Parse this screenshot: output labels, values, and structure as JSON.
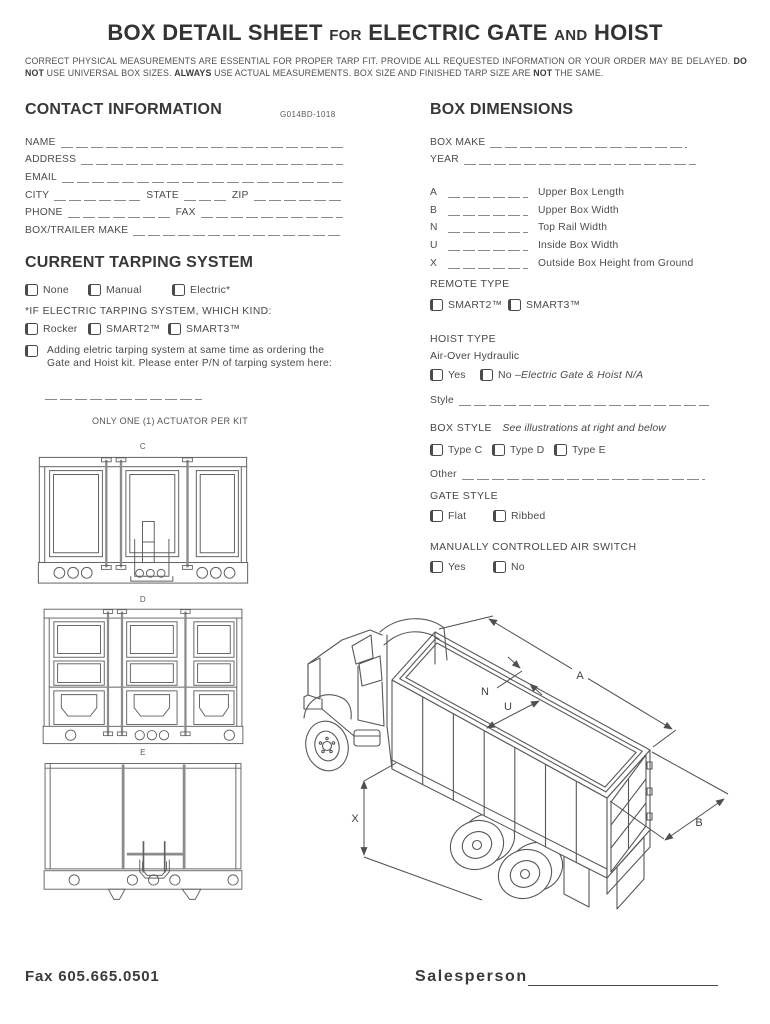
{
  "title": {
    "part1": "BOX DETAIL SHEET",
    "small1": "FOR",
    "part2": "ELECTRIC GATE",
    "small2": "AND",
    "part3": "HOIST"
  },
  "intro": {
    "s1": "CORRECT PHYSICAL MEASUREMENTS ARE ESSENTIAL FOR PROPER TARP FIT. PROVIDE ALL REQUESTED INFORMATION OR YOUR ORDER MAY BE DELAYED. ",
    "b1": "DO NOT",
    "s2": " USE UNIVERSAL BOX SIZES. ",
    "b2": "ALWAYS",
    "s3": " USE ACTUAL MEASUREMENTS. BOX SIZE AND FINISHED TARP SIZE ARE ",
    "b3": "NOT",
    "s4": " THE SAME."
  },
  "contact": {
    "heading": "CONTACT INFORMATION",
    "form_code": "G014BD-1018",
    "labels": {
      "name": "NAME",
      "address": "ADDRESS",
      "email": "EMAIL",
      "city": "CITY",
      "state": "STATE",
      "zip": "ZIP",
      "phone": "PHONE",
      "fax": "FAX",
      "box_trailer_make": "BOX/TRAILER MAKE"
    }
  },
  "tarping": {
    "heading": "CURRENT TARPING SYSTEM",
    "options": [
      "None",
      "Manual",
      "Electric*"
    ],
    "electric_question": "*IF ELECTRIC TARPING SYSTEM, WHICH KIND:",
    "kinds": [
      "Rocker",
      "SMART2™",
      "SMART3™"
    ],
    "adding_line1": "Adding eletric tarping system at same time as ordering the",
    "adding_line2": "Gate and Hoist kit. Please enter P/N of tarping system here:",
    "actuator_note": "ONLY ONE (1) ACTUATOR PER KIT"
  },
  "box_dimensions": {
    "heading": "BOX DIMENSIONS",
    "box_make_label": "BOX MAKE",
    "year_label": "YEAR",
    "dims": [
      {
        "key": "A",
        "desc": "Upper Box Length"
      },
      {
        "key": "B",
        "desc": "Upper Box Width"
      },
      {
        "key": "N",
        "desc": "Top Rail Width"
      },
      {
        "key": "U",
        "desc": "Inside Box Width"
      },
      {
        "key": "X",
        "desc": "Outside Box Height from Ground"
      }
    ]
  },
  "remote_type": {
    "heading": "REMOTE TYPE",
    "options": [
      "SMART2™",
      "SMART3™"
    ]
  },
  "hoist_type": {
    "heading": "HOIST TYPE",
    "subtitle": "Air-Over Hydraulic",
    "yes": "Yes",
    "no": "No – ",
    "no_note": "Electric Gate & Hoist N/A",
    "style_label": "Style"
  },
  "box_style": {
    "heading": "BOX STYLE",
    "note": "See illustrations at right and below",
    "options": [
      "Type C",
      "Type D",
      "Type E"
    ],
    "other_label": "Other"
  },
  "gate_style": {
    "heading": "GATE STYLE",
    "options": [
      "Flat",
      "Ribbed"
    ]
  },
  "air_switch": {
    "heading": "MANUALLY CONTROLLED AIR SWITCH",
    "options": [
      "Yes",
      "No"
    ]
  },
  "diagrams": {
    "c_label": "C",
    "d_label": "D",
    "e_label": "E"
  },
  "truck_labels": {
    "a": "A",
    "b": "B",
    "n": "N",
    "u": "U",
    "x": "X"
  },
  "footer": {
    "fax": "Fax 605.665.0501",
    "salesperson_label": "Salesperson"
  },
  "colors": {
    "ink": "#383838",
    "body_text": "#4c4c4c",
    "field_line": "#8a8a8a",
    "diagram_stroke": "#606060",
    "rod_gray": "#8c8c8c",
    "background": "#ffffff"
  }
}
